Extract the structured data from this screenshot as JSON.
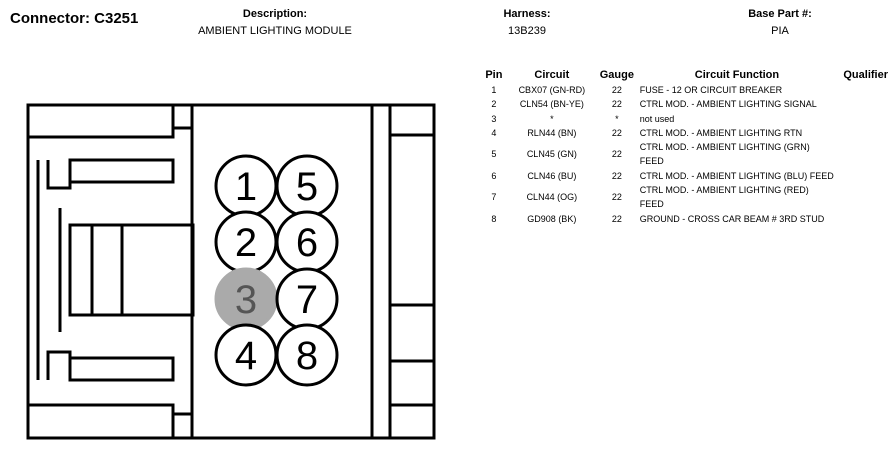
{
  "header": {
    "connector_label": "Connector: C3251",
    "description_label": "Description:",
    "description_value": "AMBIENT LIGHTING MODULE",
    "harness_label": "Harness:",
    "harness_value": "13B239",
    "base_part_label": "Base Part #:",
    "base_part_value": "PIA"
  },
  "table": {
    "columns": [
      "Pin",
      "Circuit",
      "Gauge",
      "Circuit Function",
      "Qualifier"
    ],
    "rows": [
      {
        "pin": "1",
        "circuit": "CBX07 (GN-RD)",
        "gauge": "22",
        "function": "FUSE - 12 OR CIRCUIT BREAKER",
        "qualifier": ""
      },
      {
        "pin": "2",
        "circuit": "CLN54 (BN-YE)",
        "gauge": "22",
        "function": "CTRL MOD. - AMBIENT LIGHTING SIGNAL",
        "qualifier": ""
      },
      {
        "pin": "3",
        "circuit": "*",
        "gauge": "*",
        "function": "not used",
        "qualifier": ""
      },
      {
        "pin": "4",
        "circuit": "RLN44 (BN)",
        "gauge": "22",
        "function": "CTRL MOD. - AMBIENT LIGHTING RTN",
        "qualifier": ""
      },
      {
        "pin": "5",
        "circuit": "CLN45 (GN)",
        "gauge": "22",
        "function": "CTRL MOD. - AMBIENT LIGHTING (GRN) FEED",
        "qualifier": ""
      },
      {
        "pin": "6",
        "circuit": "CLN46 (BU)",
        "gauge": "22",
        "function": "CTRL MOD. - AMBIENT LIGHTING (BLU) FEED",
        "qualifier": ""
      },
      {
        "pin": "7",
        "circuit": "CLN44 (OG)",
        "gauge": "22",
        "function": "CTRL MOD. - AMBIENT LIGHTING (RED) FEED",
        "qualifier": ""
      },
      {
        "pin": "8",
        "circuit": "GD908 (BK)",
        "gauge": "22",
        "function": "GROUND - CROSS CAR BEAM # 3RD STUD",
        "qualifier": ""
      }
    ]
  },
  "diagram": {
    "pins": [
      {
        "label": "1",
        "unused": false
      },
      {
        "label": "2",
        "unused": false
      },
      {
        "label": "3",
        "unused": true
      },
      {
        "label": "4",
        "unused": false
      },
      {
        "label": "5",
        "unused": false
      },
      {
        "label": "6",
        "unused": false
      },
      {
        "label": "7",
        "unused": false
      },
      {
        "label": "8",
        "unused": false
      }
    ],
    "colors": {
      "outline": "#000000",
      "unused_fill": "#aaaaaa",
      "unused_text": "#555555",
      "pin_fill": "#ffffff"
    }
  }
}
